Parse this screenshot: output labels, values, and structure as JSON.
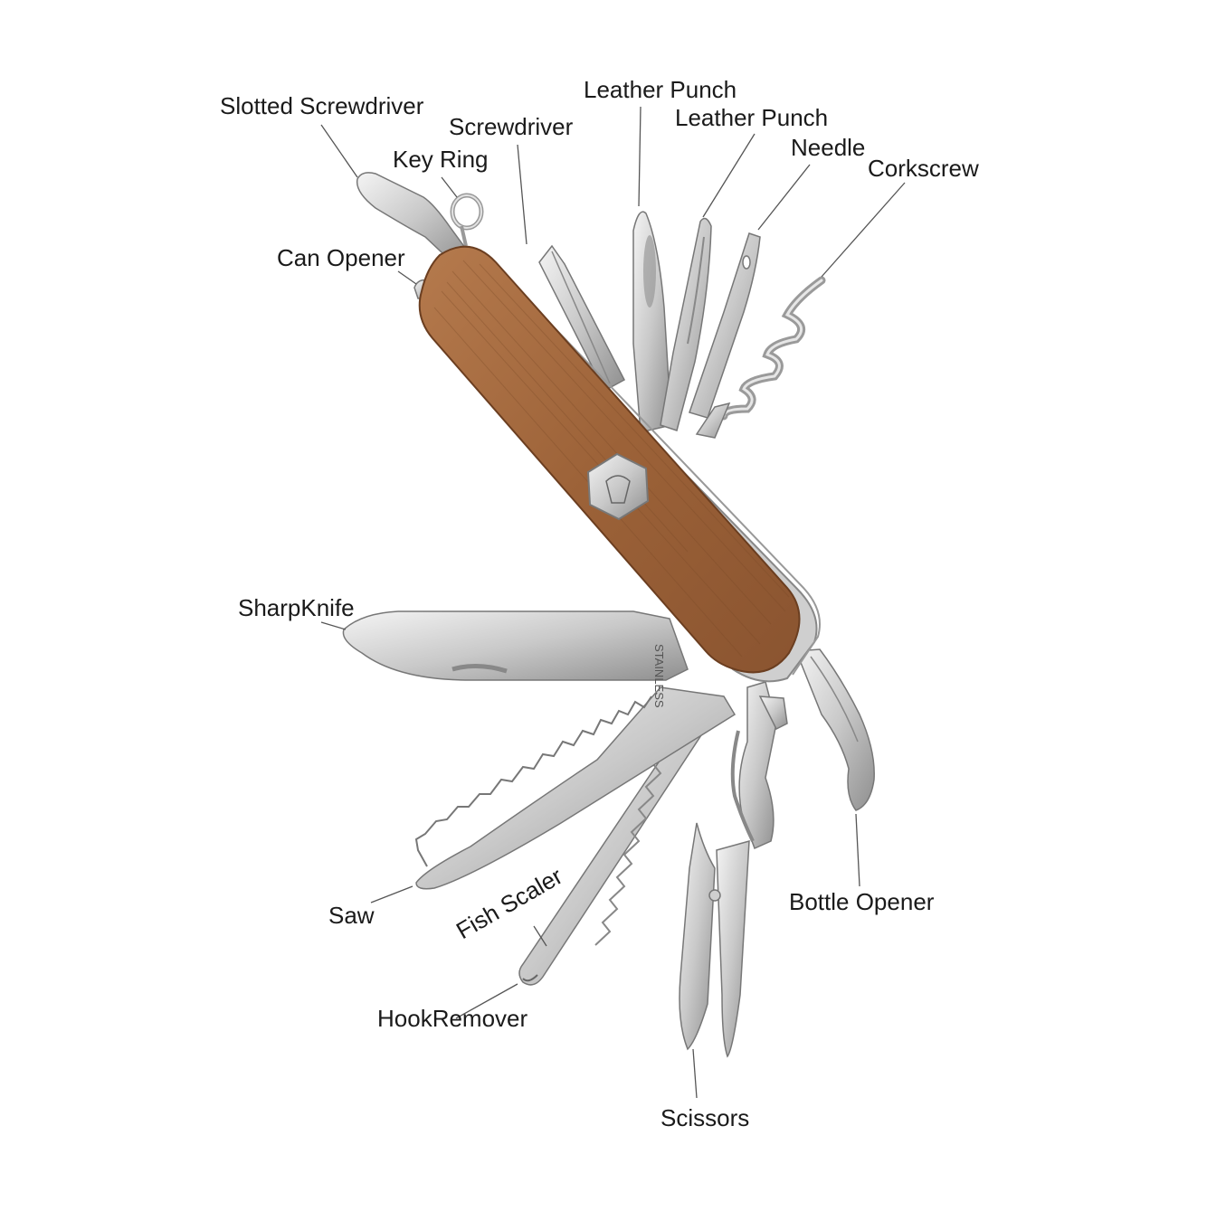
{
  "diagram": {
    "subject": "multi-tool pocket knife",
    "blade_marking": "STAINLESS",
    "colors": {
      "wood": "#a0683f",
      "steel": "#c8c8c8",
      "label_text": "#1a1a1a",
      "leader_line": "#555555"
    },
    "labels": {
      "slotted_screwdriver": "Slotted Screwdriver",
      "key_ring": "Key Ring",
      "screwdriver": "Screwdriver",
      "leather_punch_1": "Leather Punch",
      "leather_punch_2": "Leather Punch",
      "needle": "Needle",
      "corkscrew": "Corkscrew",
      "can_opener": "Can Opener",
      "sharp_knife": "SharpKnife",
      "saw": "Saw",
      "fish_scaler": "Fish Scaler",
      "hook_remover": "HookRemover",
      "scissors": "Scissors",
      "bottle_opener": "Bottle Opener"
    }
  }
}
